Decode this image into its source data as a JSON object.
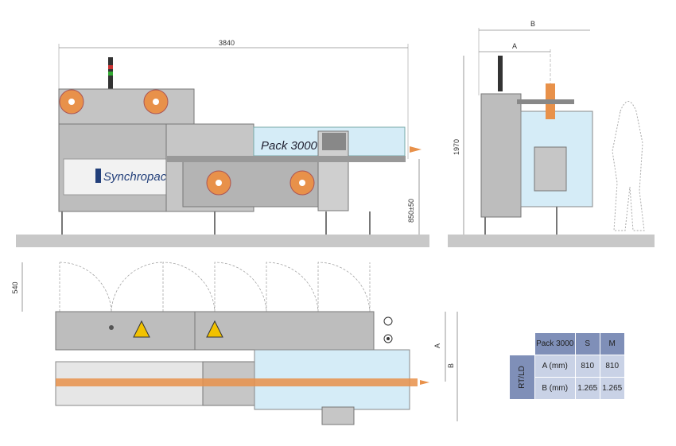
{
  "dimensions": {
    "front_length": "3840",
    "front_height": "850±50",
    "side_height": "1970",
    "side_a": "A",
    "side_b": "B",
    "top_width": "540",
    "top_a": "A",
    "top_b": "B"
  },
  "machine": {
    "model_label": "Pack 3000",
    "brand": "Synchropack"
  },
  "table": {
    "header": [
      "Pack 3000",
      "S",
      "M"
    ],
    "group_label": "RT/LD",
    "rows": [
      {
        "label": "A (mm)",
        "s": "810",
        "m": "810"
      },
      {
        "label": "B (mm)",
        "s": "1.265",
        "m": "1.265"
      }
    ]
  },
  "colors": {
    "accent": "#e8914a",
    "steel": "#b9b9b9",
    "glass": "#d5ecf7",
    "table_header": "#7f8fb8",
    "table_cell": "#c9d2e6"
  }
}
